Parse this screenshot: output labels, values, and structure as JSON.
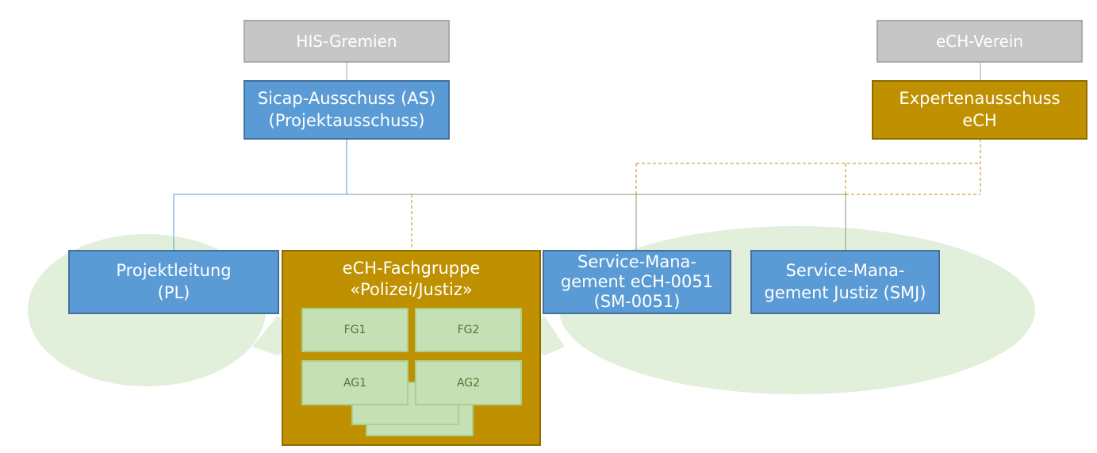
{
  "nodes": {
    "his_gremien": "HIS-Gremien",
    "ech_verein": "eCH-Verein",
    "sicap_ausschuss": {
      "line1": "Sicap-Ausschuss (AS)",
      "line2": "(Projektausschuss)"
    },
    "expertenausschuss": {
      "line1": "Expertenausschuss",
      "line2": "eCH"
    },
    "projektleitung": {
      "line1": "Projektleitung",
      "line2": "(PL)"
    },
    "fachgruppe": {
      "line1": "eCH-Fachgruppe",
      "line2": "«Polizei/Justiz»"
    },
    "sm_0051": {
      "line1": "Service-Mana-",
      "line2": "gement eCH-0051",
      "line3": "(SM-0051)"
    },
    "smj": {
      "line1": "Service-Mana-",
      "line2": "gement Justiz (SMJ)"
    }
  },
  "subgroups": {
    "fg1": "FG1",
    "fg2": "FG2",
    "ag1": "AG1",
    "ag2": "AG2"
  },
  "colors": {
    "blue": "#5b9bd5",
    "gold": "#bf9000",
    "gray": "#c6c6c6",
    "green_light": "#e2efda",
    "green_box": "#c5e0b4"
  }
}
